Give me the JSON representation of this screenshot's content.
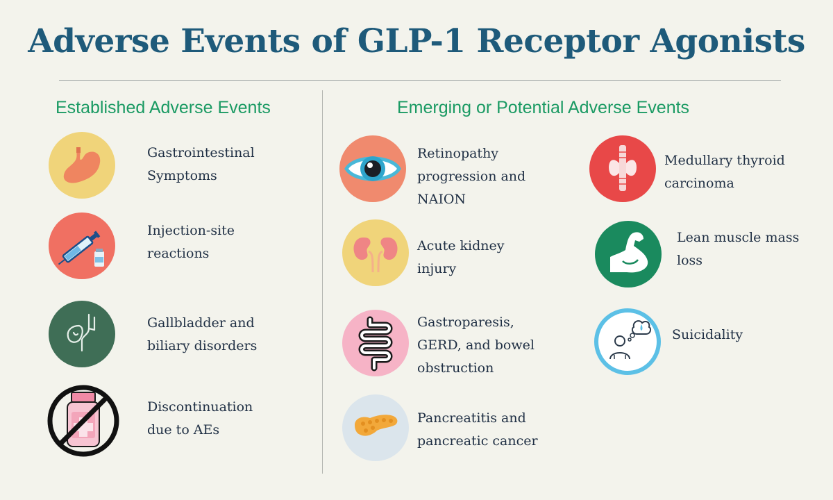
{
  "title": "Adverse Events of GLP-1 Receptor Agonists",
  "columns": [
    {
      "heading": "Established Adverse Events",
      "items": [
        {
          "icon": "stomach-icon",
          "lines": [
            "Gastrointestinal",
            "Symptoms"
          ]
        },
        {
          "icon": "syringe-icon",
          "lines": [
            "Injection-site",
            "reactions"
          ]
        },
        {
          "icon": "gallbladder-icon",
          "lines": [
            "Gallbladder and",
            "biliary disorders"
          ]
        },
        {
          "icon": "no-pill-bottle-icon",
          "lines": [
            "Discontinuation",
            "due to AEs"
          ]
        }
      ]
    },
    {
      "heading": "Emerging or Potential Adverse Events",
      "items": [
        {
          "icon": "eye-icon",
          "lines": [
            "Retinopathy",
            "progression and",
            "NAION"
          ]
        },
        {
          "icon": "kidneys-icon",
          "lines": [
            "Acute kidney",
            "injury"
          ]
        },
        {
          "icon": "intestine-icon",
          "lines": [
            "Gastroparesis,",
            "GERD, and bowel",
            "obstruction"
          ]
        },
        {
          "icon": "pancreas-icon",
          "lines": [
            "Pancreatitis and",
            "pancreatic cancer"
          ]
        },
        {
          "icon": "thyroid-icon",
          "lines": [
            "Medullary thyroid",
            "carcinoma"
          ]
        },
        {
          "icon": "muscle-arm-icon",
          "lines": [
            "Lean muscle mass",
            "loss"
          ]
        },
        {
          "icon": "thinking-person-icon",
          "lines": [
            "Suicidality"
          ]
        }
      ]
    }
  ],
  "colors": {
    "title": "#1e5a7a",
    "heading": "#1a9a63",
    "text": "#1f2f44",
    "background": "#f3f3ec"
  }
}
